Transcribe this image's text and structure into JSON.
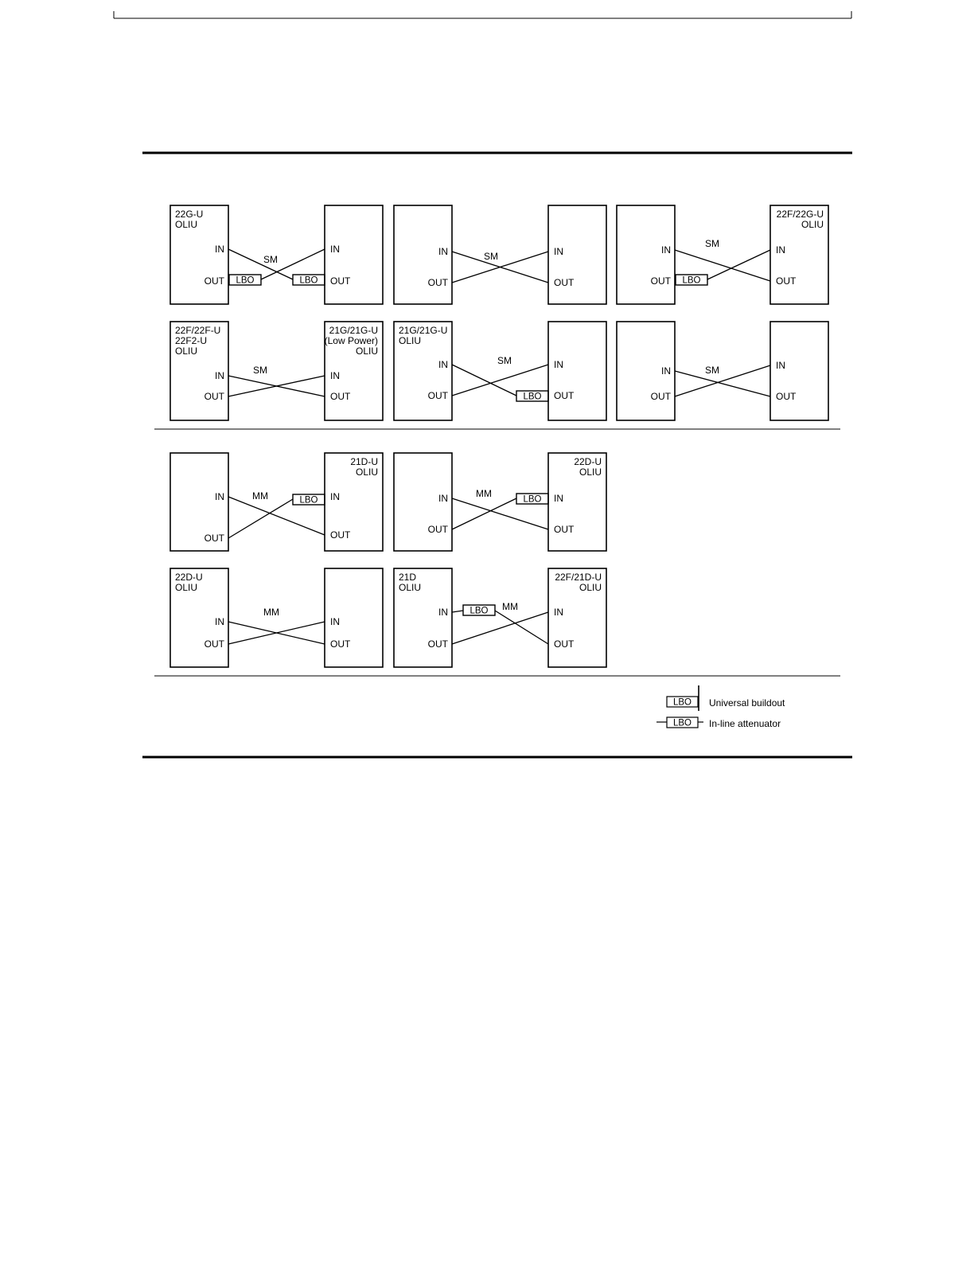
{
  "colors": {
    "ink": "#000000",
    "paper": "#ffffff"
  },
  "diagrams": [
    {
      "left_name": [
        "22G-U",
        "OLIU"
      ],
      "right_name": [],
      "fiber": "SM"
    },
    {
      "left_name": [],
      "right_name": [],
      "fiber": "SM"
    },
    {
      "left_name": [],
      "right_name": [
        "22F/22G-U",
        "OLIU"
      ],
      "fiber": "SM"
    },
    {
      "left_name": [
        "22F/22F-U",
        "22F2-U",
        "OLIU"
      ],
      "right_name": [
        "21G/21G-U",
        "(Low Power)",
        "OLIU"
      ],
      "fiber": "SM"
    },
    {
      "left_name": [
        "21G/21G-U",
        "OLIU"
      ],
      "right_name": [],
      "fiber": "SM"
    },
    {
      "left_name": [],
      "right_name": [],
      "fiber": "SM"
    },
    {
      "left_name": [],
      "right_name": [
        "21D-U",
        "OLIU"
      ],
      "fiber": "MM"
    },
    {
      "left_name": [],
      "right_name": [
        "22D-U",
        "OLIU"
      ],
      "fiber": "MM"
    },
    {
      "left_name": [
        "22D-U",
        "OLIU"
      ],
      "right_name": [],
      "fiber": "MM"
    },
    {
      "left_name": [
        "21D",
        "OLIU"
      ],
      "right_name": [
        "22F/21D-U",
        "OLIU"
      ],
      "fiber": "MM"
    }
  ],
  "port_labels": {
    "in": "IN",
    "out": "OUT",
    "lbo": "LBO"
  },
  "legend": {
    "universal": {
      "tag": "LBO",
      "label": "Universal buildout"
    },
    "inline": {
      "tag": "LBO",
      "label": "In-line attenuator"
    }
  }
}
